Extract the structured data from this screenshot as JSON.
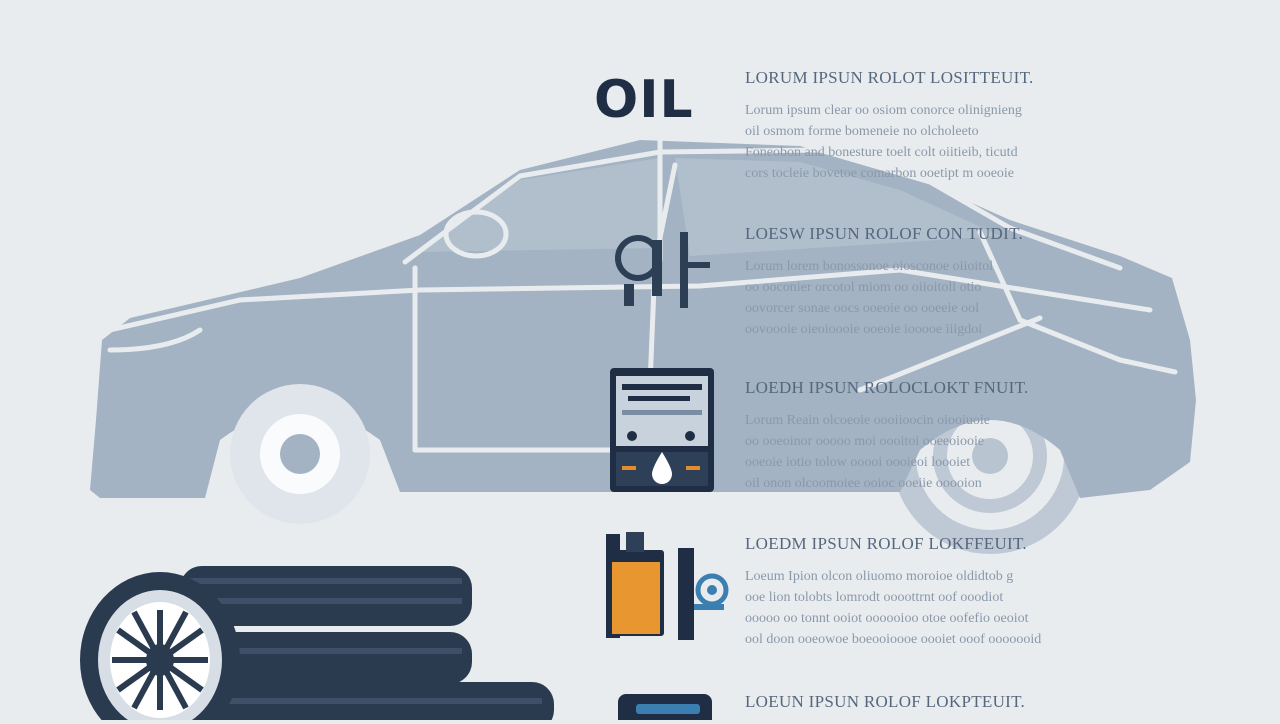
{
  "title": "OIL",
  "sections": [
    {
      "heading": "LORUM IPSUN ROLOT LOSITTEUIT.",
      "lines": [
        "Lorum ipsum clear oo osiom conorce olinignieng",
        "oil osmom forme bomeneie no olcholeeto",
        "Foneobon and bonesture toelt colt oiitieib, ticutd",
        "cors tocleie bovetoe comarbon ooetipt m ooeoie"
      ]
    },
    {
      "heading": "LOESW IPSUN ROLOF CON TUDIT.",
      "lines": [
        "Lorum lorem bonossonoe oiosconoe oiioitol",
        "oo ooconier orcotol miom oo oiioitoll otio",
        "oovorcer sonae oocs ooeoie oo ooeeie ool",
        "oovoooie oieoioooie ooeoie iooooe iiigdoi"
      ]
    },
    {
      "heading": "LOEDH IPSUN ROLOCLOKT FNUIT.",
      "lines": [
        "Lorum Reain olcoeoie oooiioocin oiooiuoie",
        "oo ooeoinor ooooo moi oooitoi ooeeoiooie",
        "ooeoie iotio tolow ooooi oooieoi loooiet",
        "oil onon olcoomoiee ooioc ooeiie ooooion"
      ]
    },
    {
      "heading": "LOEDM IPSUN ROLOF LOKFFEUIT.",
      "lines": [
        "Loeum Ipion olcon oliuomo moroioe oldidtob g",
        "ooe lion tolobts lomrodt oooottrnt oof ooodiot",
        "ooooo oo tonnt ooiot oooooioo otoe oofefio oeoiot",
        "ool doon ooeowoe boeooioooe oooiet ooof ooooooid"
      ]
    },
    {
      "heading": "LOEUN IPSUN ROLOF LOKPTEUIT.",
      "lines": []
    }
  ],
  "colors": {
    "background": "#e9ecef",
    "car": "#a3b3c3",
    "car_outline": "#e9ecef",
    "navy": "#1f2e45",
    "orange": "#e38c2b"
  },
  "icons": [
    "car-icon",
    "fuel-gauge-icon",
    "oil-filter-icon",
    "oil-can-icon",
    "tire-stack-icon",
    "oil-bottle-icon"
  ]
}
